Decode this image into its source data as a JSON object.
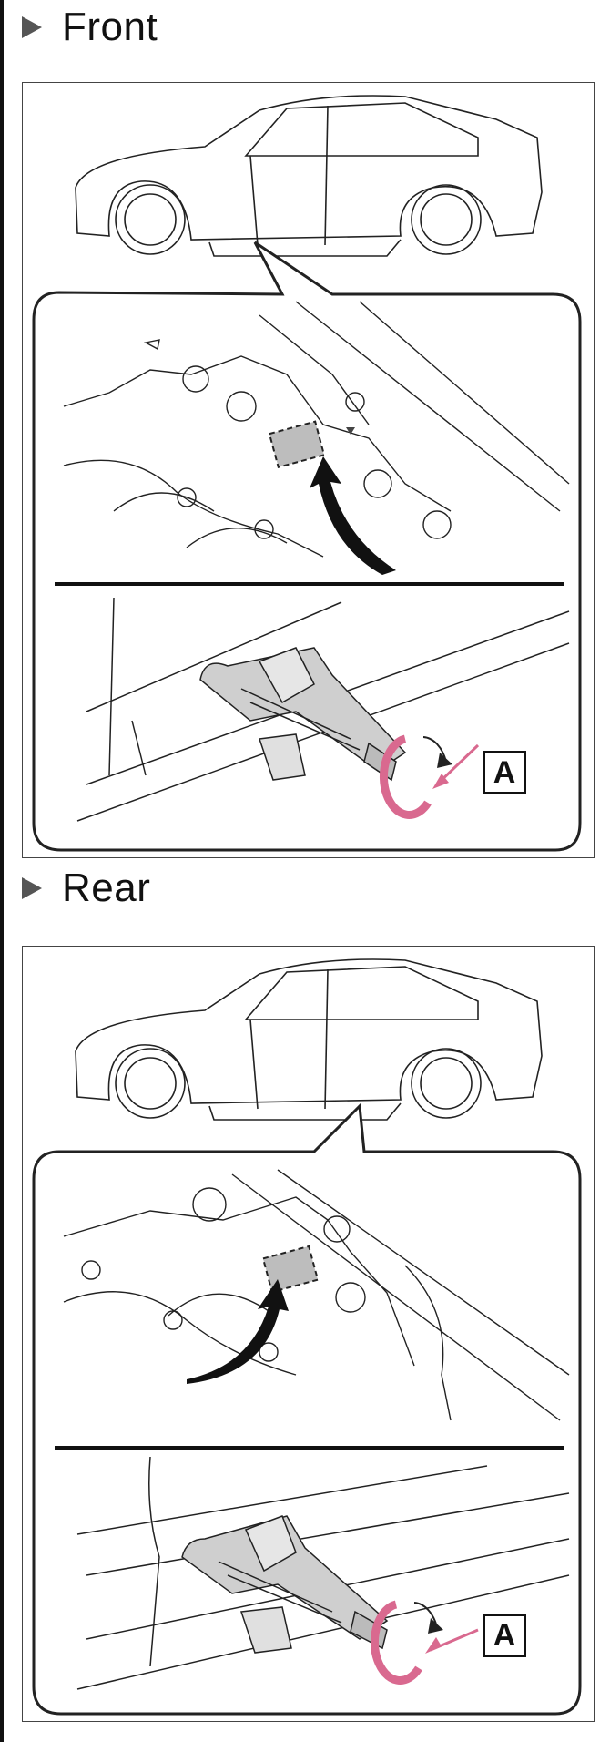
{
  "sections": [
    {
      "heading": "Front",
      "callout": "A"
    },
    {
      "heading": "Rear",
      "callout": "A"
    }
  ],
  "colors": {
    "accent_pink": "#d9698f",
    "arrow_black": "#111111",
    "jack_point_fill": "#bdbdbd"
  },
  "icons": {
    "heading_marker": "triangle-right-icon"
  }
}
